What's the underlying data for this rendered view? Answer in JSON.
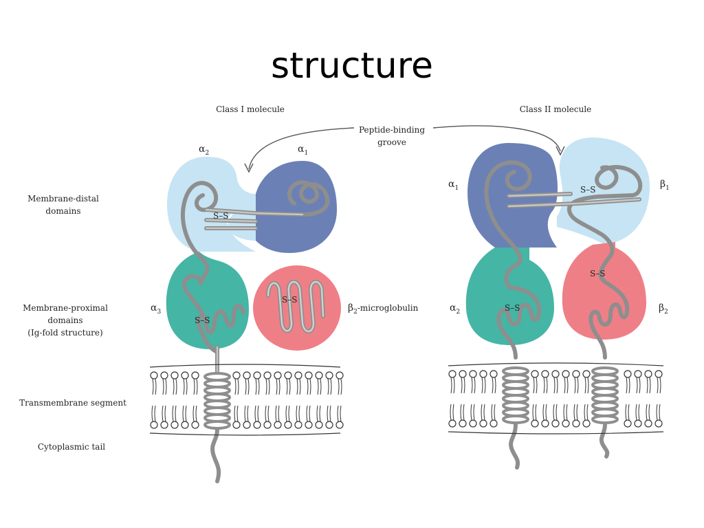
{
  "slide": {
    "title": "structure"
  },
  "diagram": {
    "class1_title": "Class I molecule",
    "class2_title": "Class II molecule",
    "groove_label_line1": "Peptide-binding",
    "groove_label_line2": "groove",
    "left_labels": {
      "distal_line1": "Membrane-distal",
      "distal_line2": "domains",
      "proximal_line1": "Membrane-proximal",
      "proximal_line2": "domains",
      "proximal_line3": "(Ig-fold structure)",
      "transmembrane": "Transmembrane segment",
      "cytoplasmic": "Cytoplasmic tail"
    },
    "class1_domains": {
      "alpha1": {
        "letter": "α",
        "sub": "1"
      },
      "alpha2": {
        "letter": "α",
        "sub": "2"
      },
      "alpha3": {
        "letter": "α",
        "sub": "3"
      },
      "b2m": {
        "letter": "β",
        "sub": "2",
        "rest": "-microglobulin"
      }
    },
    "class2_domains": {
      "alpha1": {
        "letter": "α",
        "sub": "1"
      },
      "alpha2": {
        "letter": "α",
        "sub": "2"
      },
      "beta1": {
        "letter": "β",
        "sub": "1"
      },
      "beta2": {
        "letter": "β",
        "sub": "2"
      }
    },
    "disulfide": "S–S",
    "colors": {
      "alpha1_blue": "#6b80b5",
      "light_blue": "#c6e4f3",
      "teal": "#45b5a5",
      "pink": "#ef7f86",
      "chain": "#a9a9a9"
    }
  }
}
